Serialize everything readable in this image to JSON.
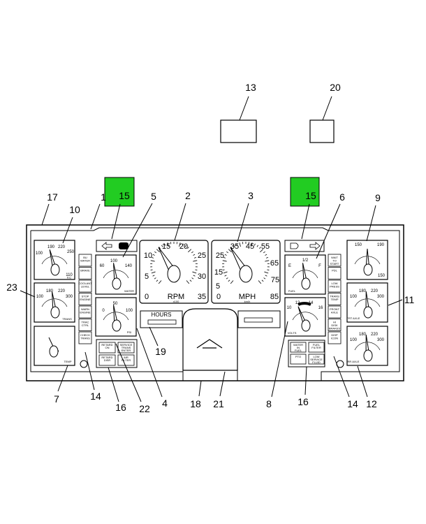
{
  "diagram": {
    "callouts": [
      "13",
      "20",
      "17",
      "10",
      "1",
      "15",
      "5",
      "2",
      "3",
      "15",
      "6",
      "9",
      "23",
      "11",
      "7",
      "14",
      "16",
      "22",
      "4",
      "18",
      "21",
      "8",
      "16",
      "14",
      "12",
      "19"
    ],
    "colors": {
      "highlight": "#22cc22",
      "line": "#000000",
      "background": "#ffffff"
    },
    "gauges": {
      "top_left": {
        "ticks": [
          "100",
          "190",
          "220",
          "250",
          "110"
        ],
        "sub": "F/C"
      },
      "mid_left": {
        "ticks": [
          "100",
          "180",
          "220",
          "300"
        ],
        "label": "TRANS"
      },
      "water": {
        "ticks": [
          "60",
          "100",
          "140"
        ],
        "label": "WATER"
      },
      "oil": {
        "ticks": [
          "0",
          "50",
          "100"
        ],
        "label": "PSI"
      },
      "temp": {
        "label": "TEMP"
      },
      "fuel": {
        "ticks": [
          "E",
          "1/2",
          "F"
        ],
        "label": "FUEL"
      },
      "volts": {
        "ticks": [
          "10",
          "12",
          "14",
          "16"
        ],
        "label": "VOLTS"
      },
      "top_right": {
        "ticks": [
          "150",
          "190",
          "150"
        ]
      },
      "right_mid": {
        "ticks": [
          "100",
          "180",
          "220",
          "300"
        ],
        "label": "FRT AXLE"
      },
      "right_bot": {
        "ticks": [
          "100",
          "180",
          "220",
          "300"
        ],
        "label": "RR AXLE"
      }
    },
    "tach": {
      "ticks": [
        "0",
        "5",
        "10",
        "15",
        "20",
        "25",
        "30",
        "35"
      ],
      "label": "RPM",
      "sub": "x100"
    },
    "speedo": {
      "ticks": [
        "0",
        "5",
        "15",
        "25",
        "35",
        "45",
        "55",
        "65",
        "75",
        "85"
      ],
      "label": "MPH",
      "sub": "km/h"
    },
    "hours_label": "HOURS",
    "left_indicators": [
      "BU WATER",
      "BRAKE",
      "COOLANT LEVEL",
      "STOP ENGINE",
      "WARN ENGINE",
      "TRAC CTRL",
      "CHECK TRANS"
    ],
    "right_indicators": [
      "WAIT TO START",
      "PDL",
      "LOW PRESS",
      "TRANS TEMP",
      "FRONT AXLE",
      "HI DISK BRAKES",
      "DISP ICON"
    ],
    "left_switches": [
      "RETARD ON",
      "SERVICE TRANS ENTER",
      "RETARD DISR",
      "AIR FILTER"
    ],
    "right_switches": [
      "WATER IN FUEL",
      "FUEL FILTER",
      "PTO",
      "LOW SERVICE FLUID"
    ]
  }
}
